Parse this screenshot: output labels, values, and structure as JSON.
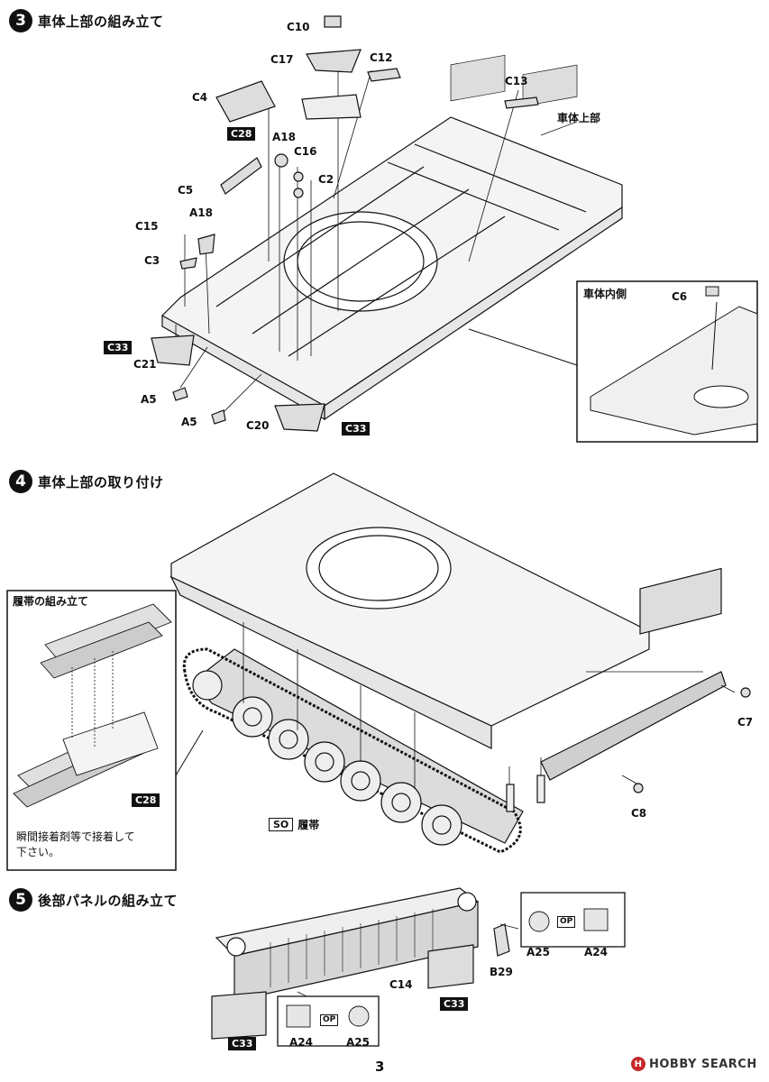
{
  "step3": {
    "number": "3",
    "title": "車体上部の組み立て",
    "labels": {
      "c10": "C10",
      "c17": "C17",
      "c12": "C12",
      "c4": "C4",
      "c28": "C28",
      "a18_top": "A18",
      "c16": "C16",
      "c5": "C5",
      "c2": "C2",
      "c13": "C13",
      "hull_upper": "車体上部",
      "c15": "C15",
      "a18": "A18",
      "c3": "C3",
      "c33_left": "C33",
      "c21": "C21",
      "a5_1": "A5",
      "a5_2": "A5",
      "c20": "C20",
      "c33_right": "C33"
    },
    "inset": {
      "title": "車体内側",
      "part": "C6"
    }
  },
  "step4": {
    "number": "4",
    "title": "車体上部の取り付け",
    "track_inset": {
      "title": "履帯の組み立て",
      "part": "C28",
      "note_line1": "瞬間接着剤等で接着して",
      "note_line2": "下さい。"
    },
    "so_badge": "SO",
    "track_label": "履帯",
    "c7": "C7",
    "c8": "C8"
  },
  "step5": {
    "number": "5",
    "title": "後部パネルの組み立て",
    "labels": {
      "c14": "C14",
      "c33_right": "C33",
      "c33_left": "C33",
      "b29": "B29",
      "a25_right": "A25",
      "a24_right": "A24",
      "op_right": "OP",
      "a24_left": "A24",
      "a25_left": "A25",
      "op_left": "OP"
    }
  },
  "page_number": "3",
  "watermark": "HOBBY SEARCH"
}
